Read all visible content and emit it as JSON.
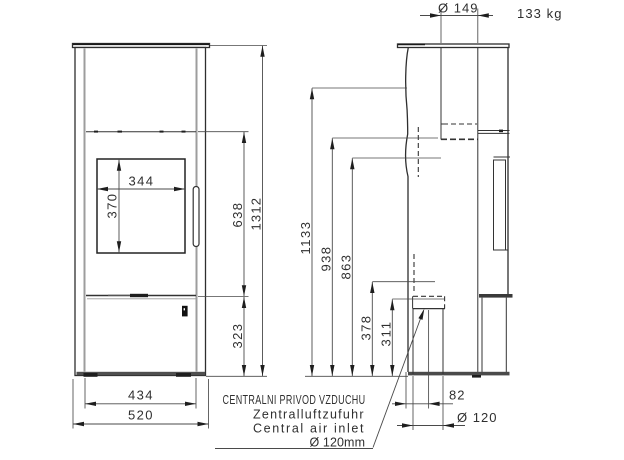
{
  "drawing": {
    "front_view": {
      "glass_width": "344",
      "glass_height": "370",
      "door_height": "638",
      "total_height": "1312",
      "lower_height": "323",
      "base_width": "434",
      "total_width": "520"
    },
    "side_view": {
      "flue_diameter": "Ø 149",
      "weight": "133 kg",
      "flue_outlet_height": "1133",
      "rear_height_938": "938",
      "rear_height_863": "863",
      "inlet_top_height": "378",
      "inlet_height": "311",
      "inlet_rear_offset": "82",
      "inlet_pipe_diameter": "Ø 120"
    },
    "note": {
      "line1": "CENTRALNI PRIVOD VZDUCHU",
      "line2": "Zentralluftzufuhr",
      "line3": "Central air inlet",
      "line4": "Ø 120mm"
    }
  }
}
